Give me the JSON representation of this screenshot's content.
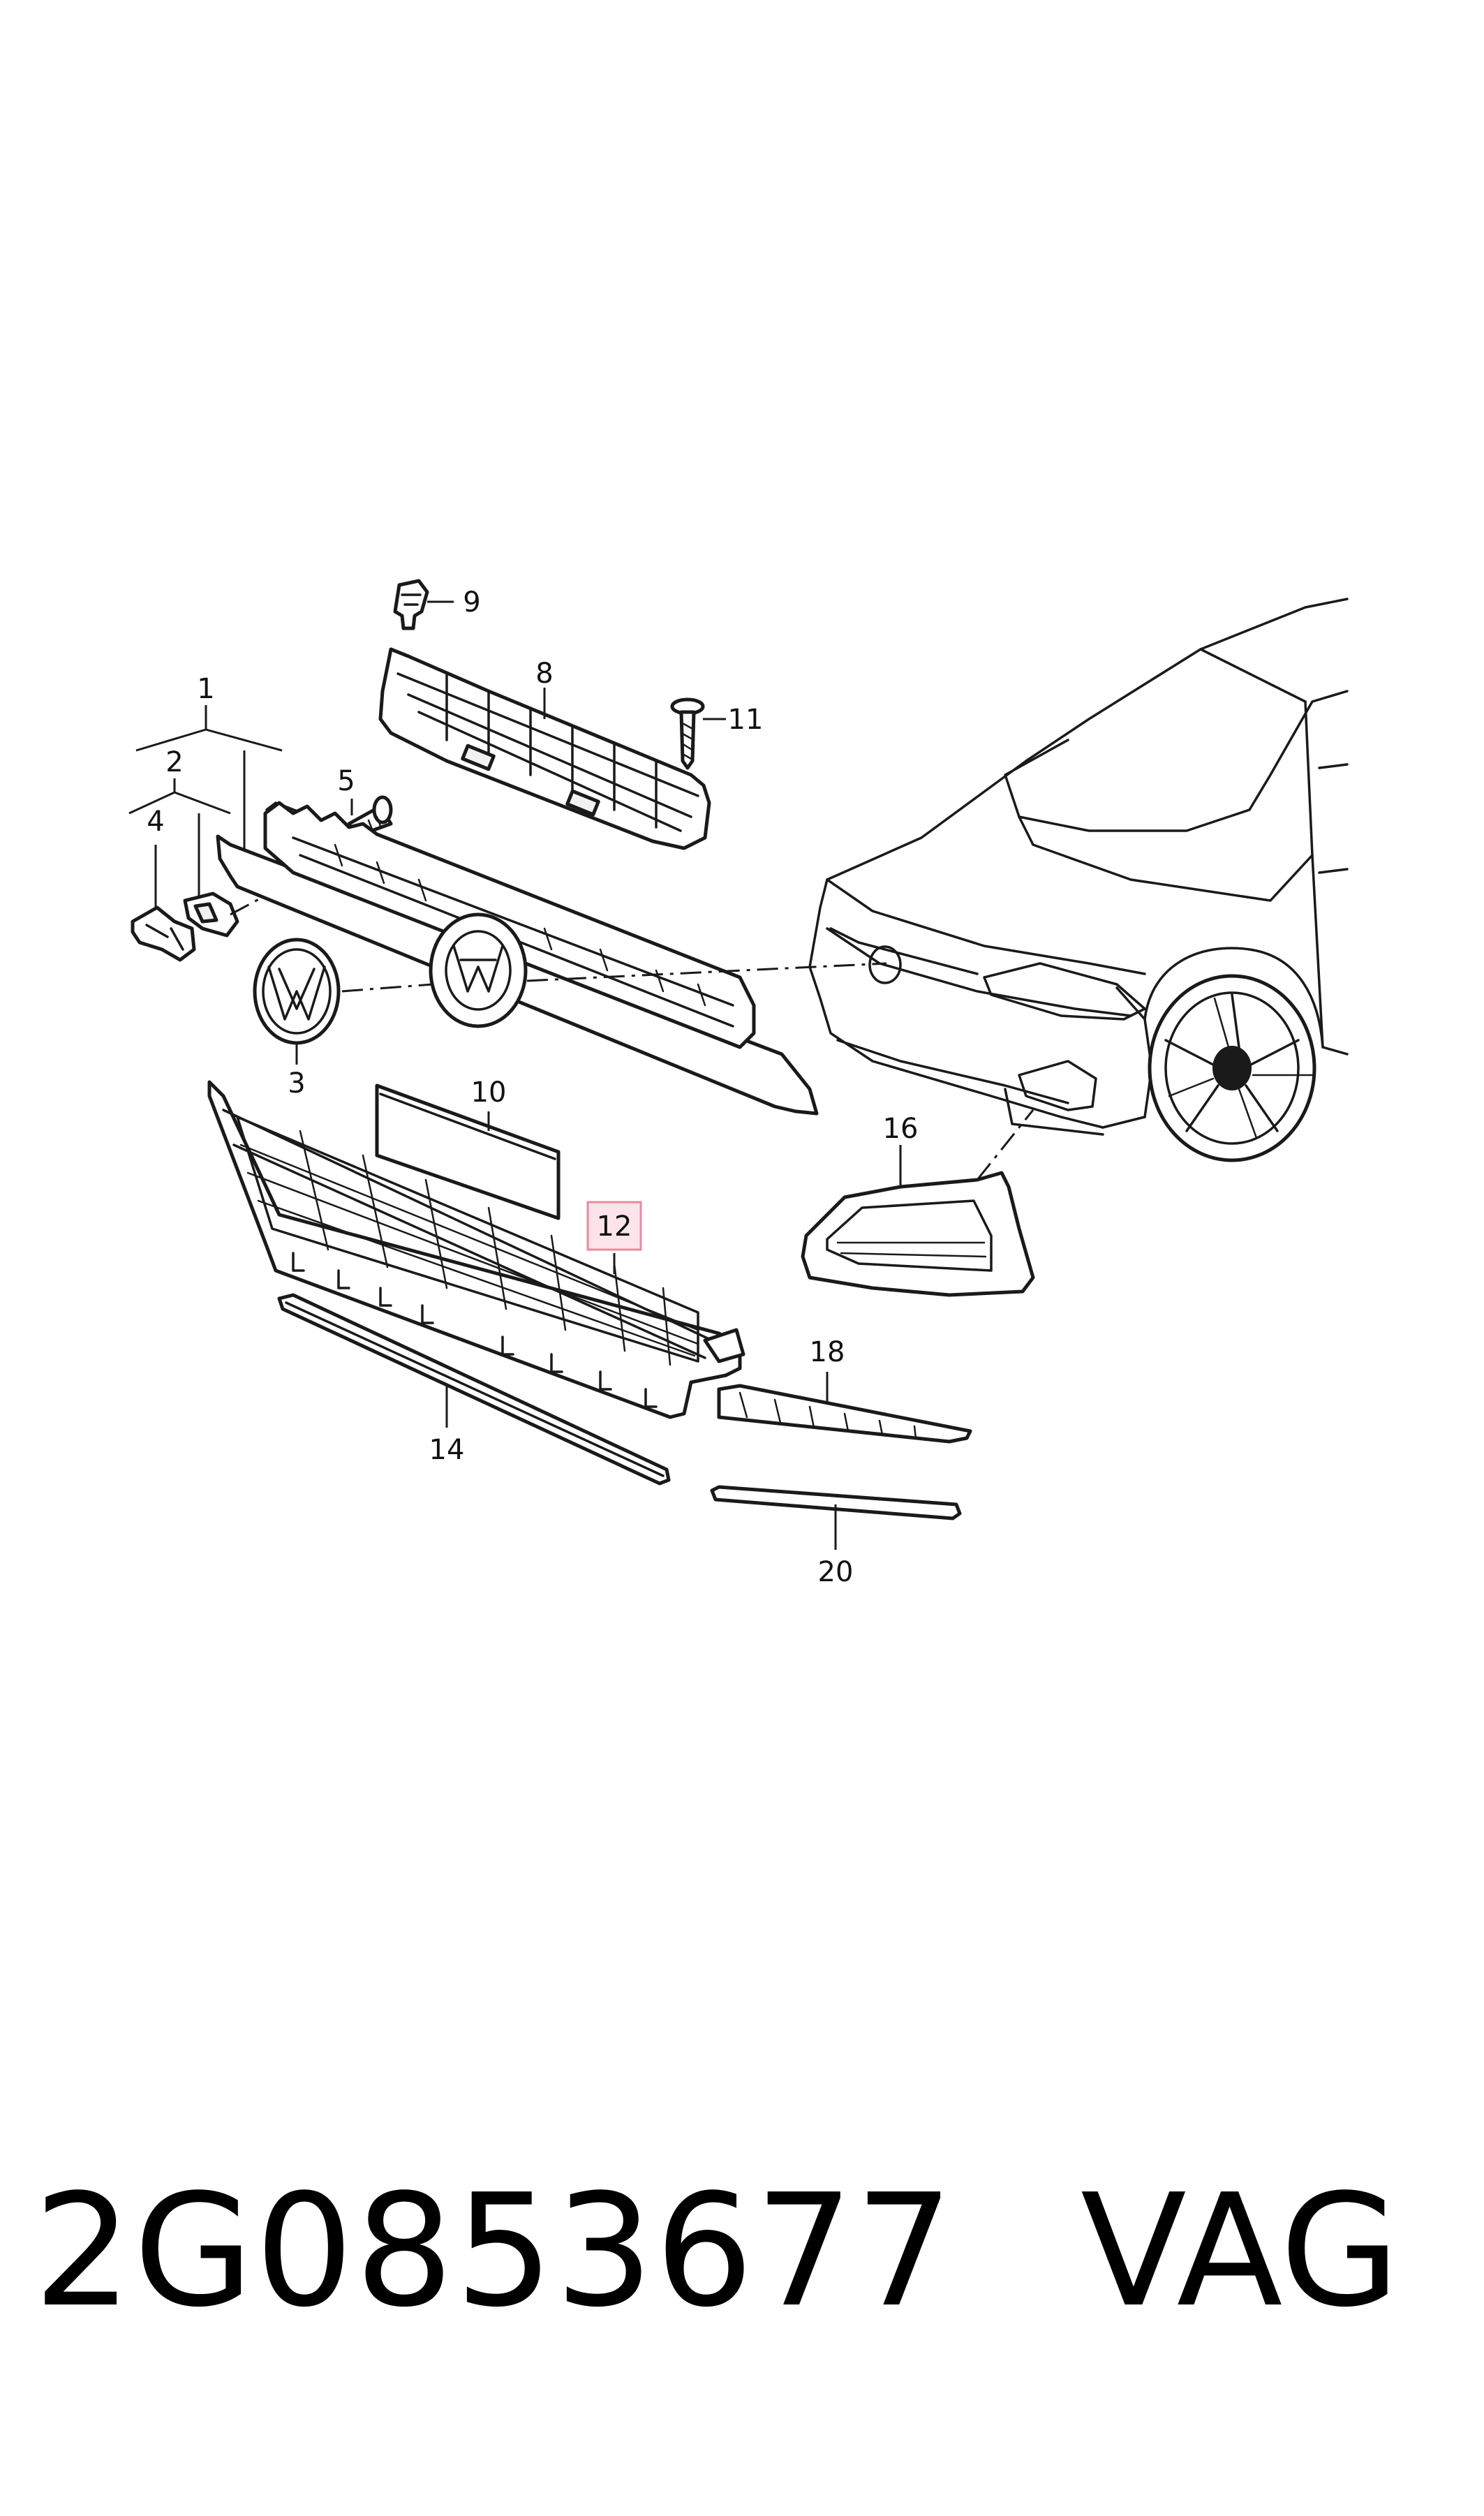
{
  "diagram": {
    "callouts": {
      "c1": "1",
      "c2": "2",
      "c3": "3",
      "c4": "4",
      "c5": "5",
      "c8": "8",
      "c9": "9",
      "c10": "10",
      "c11": "11",
      "c12": "12",
      "c14": "14",
      "c16": "16",
      "c18": "18",
      "c20": "20"
    },
    "highlighted_callout": "12",
    "highlight_color": "#fde4ea"
  },
  "caption": {
    "part_number": "2G0853677",
    "brand": "VAG"
  }
}
